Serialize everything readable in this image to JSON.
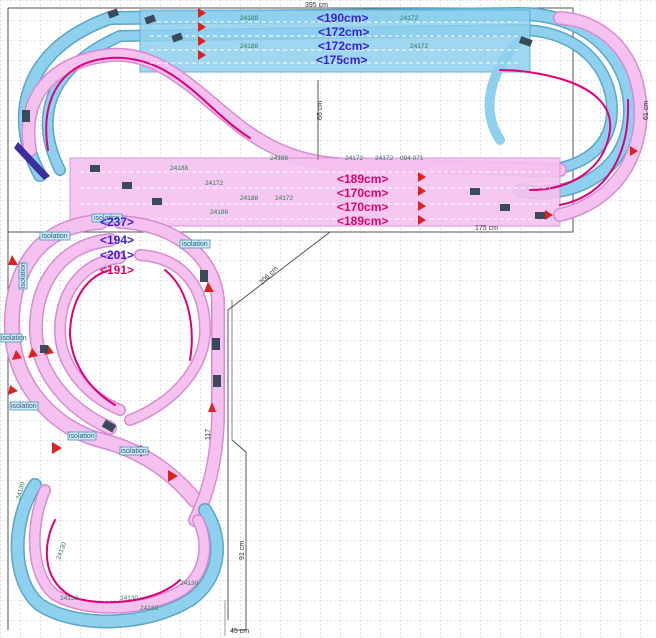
{
  "colors": {
    "grid": "#9a9a9a",
    "board_outline": "#555555",
    "upper_track": "#8fd0ee",
    "upper_track_edge": "#5aa7c8",
    "lower_track": "#f5c2f0",
    "lower_track_edge": "#d88bd2",
    "rail": "#e0007a",
    "signal": "#e02020",
    "label_blue": "#3a1fd0",
    "label_red": "#e0006a",
    "isolation_fill": "#cfeaf7",
    "isolation_edge": "#3a8ab5",
    "track_code": "#2e7d5a"
  },
  "top_section": {
    "upper_labels": [
      "<190cm>",
      "<172cm>",
      "<172cm>",
      "<175cm>"
    ],
    "lower_labels": [
      "<189cm>",
      "<170cm>",
      "<170cm>",
      "<189cm>"
    ],
    "dimensions": [
      "395 cm",
      "175 cm",
      "65 cm",
      "61 cm"
    ],
    "track_codes": [
      "24188",
      "24172",
      "24188",
      "24172",
      "24188",
      "24172",
      "24188",
      "24172",
      "24188",
      "24172",
      "24188",
      "24172",
      "094 071"
    ]
  },
  "bottom_section": {
    "labels_blue": [
      "<237>",
      "<194>",
      "<201>"
    ],
    "label_red": "<191>",
    "isolation_tag": "isolation",
    "dimensions": [
      "206 cm",
      "117",
      "91 cm",
      "45 cm"
    ],
    "track_codes": [
      "24130",
      "24130",
      "24130",
      "24130",
      "24130",
      "24130"
    ]
  }
}
